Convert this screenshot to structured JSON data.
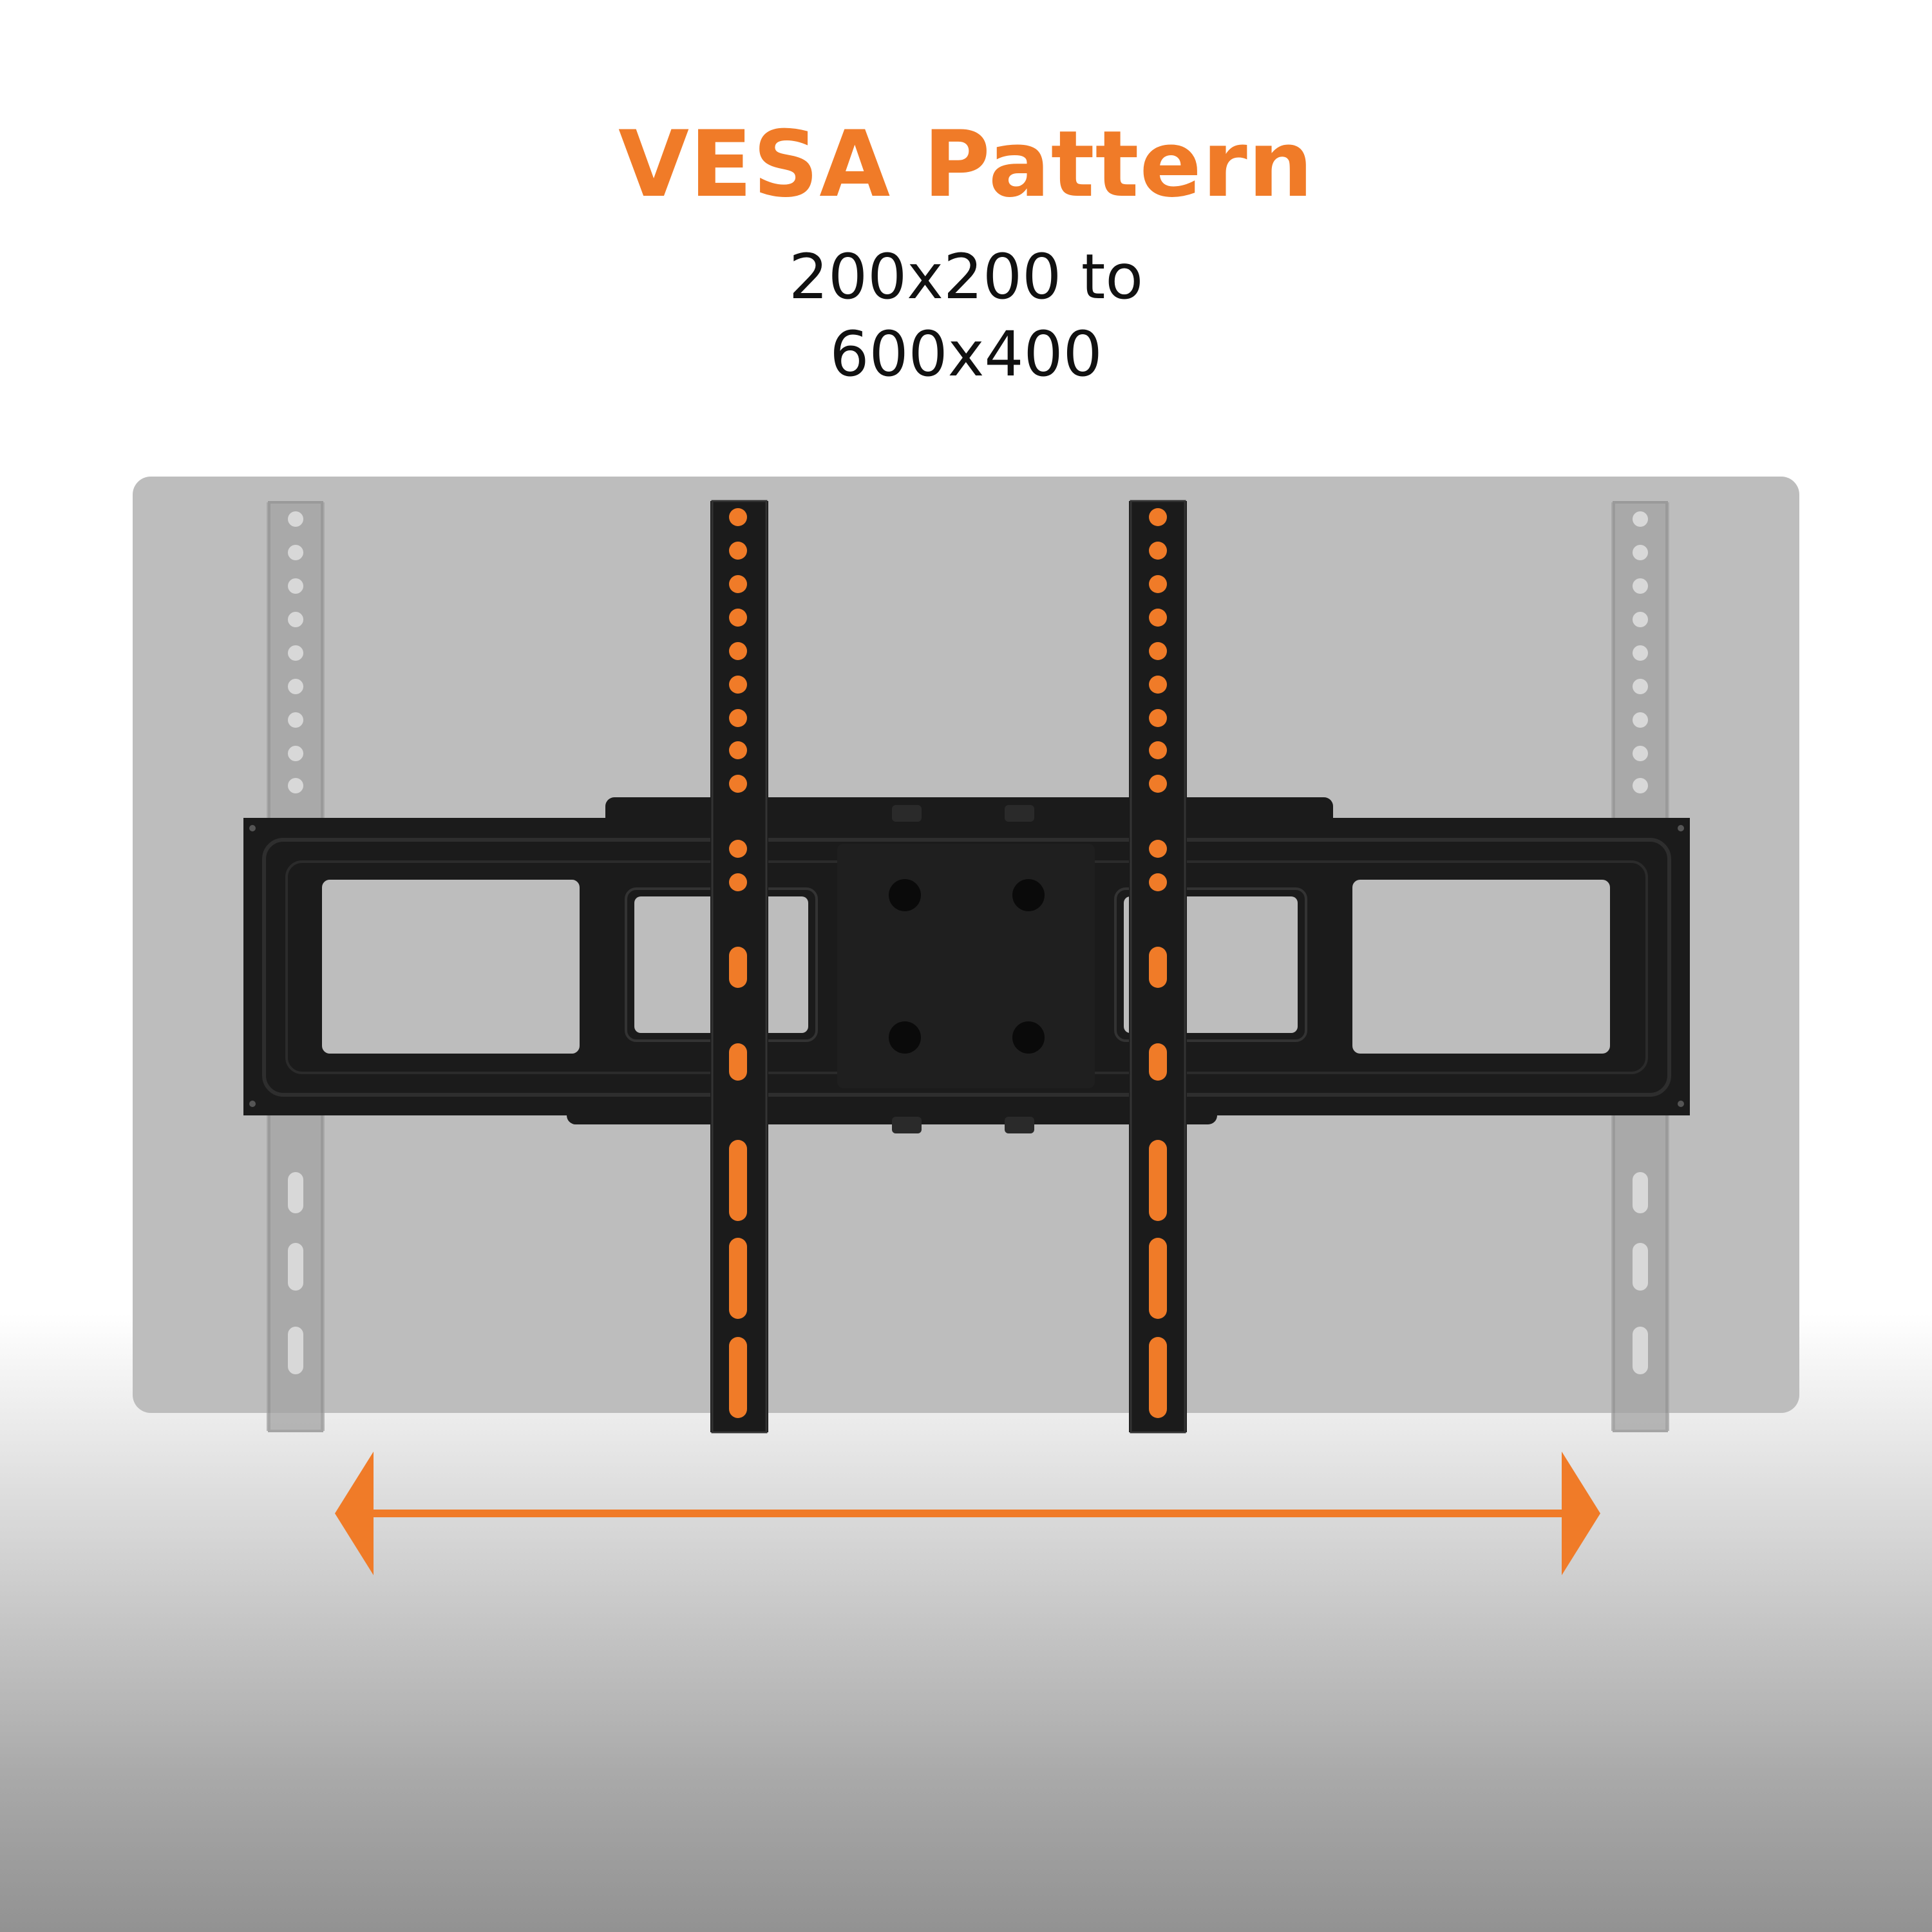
{
  "header": {
    "title": "VESA Pattern",
    "subtitle_line1": "200x200 to",
    "subtitle_line2": "600x400"
  },
  "colors": {
    "accent": "#f07b28",
    "bracket": "#1b1b1b",
    "panel": "#bdbdbd",
    "ghost_arm": "#a3a3a3",
    "text": "#111111"
  },
  "icons": {
    "width_arrow": "double-headed-horizontal-arrow"
  }
}
